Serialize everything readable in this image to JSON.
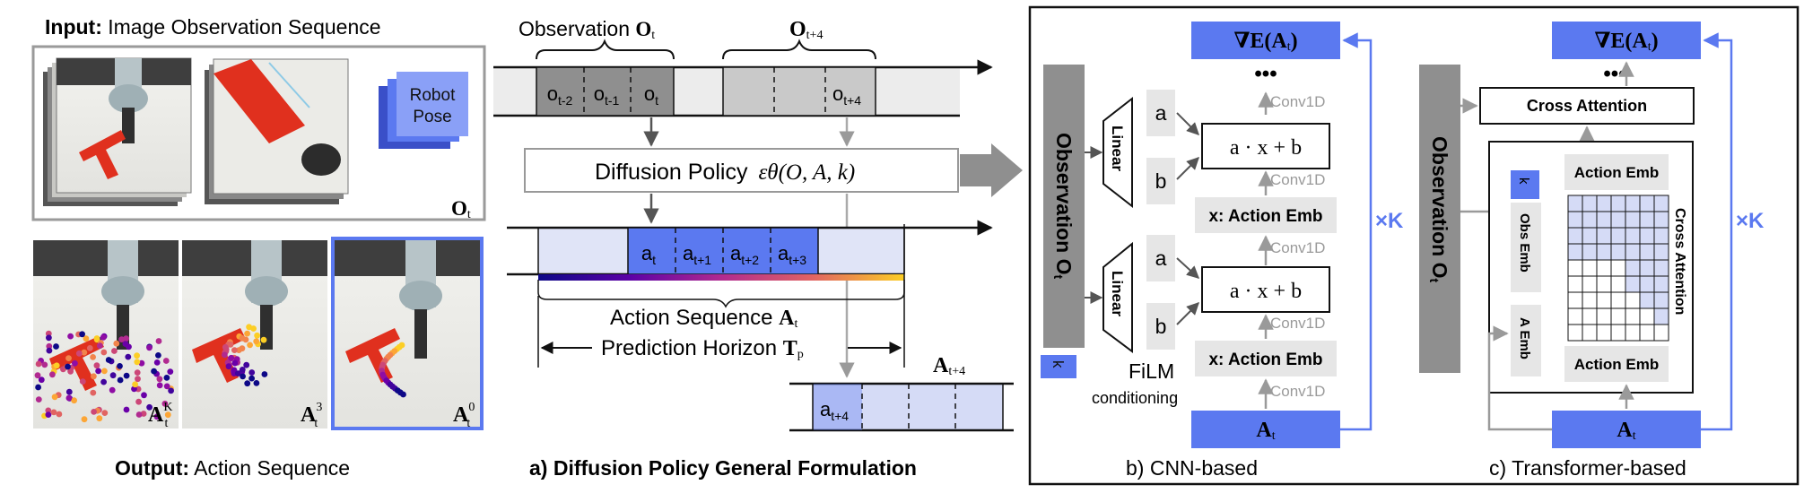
{
  "colors": {
    "blue": "#5b79f0",
    "blue_light": "#d5dbf6",
    "gray_dark": "#8f8f8f",
    "gray_med": "#b9b9b9",
    "gray_light": "#e6e6e6",
    "gray_arrow": "#9a9a9a",
    "black": "#111111"
  },
  "icons": [
    "robot-arm-photo",
    "t-block-photo",
    "action-trajectory-dots"
  ],
  "panel_input": {
    "title_bold": "Input:",
    "title_rest": " Image Observation Sequence",
    "robot_pose": "Robot Pose",
    "obs_label": "O",
    "obs_sub": "t"
  },
  "panel_output": {
    "title_bold": "Output:",
    "title_rest": "  Action Sequence",
    "label_base": "A",
    "label_sub": "t",
    "sup_k": "K",
    "sup_3": "3",
    "sup_0": "0"
  },
  "panel_a": {
    "obs_text": "Observation ",
    "obs_bold": "O",
    "obs_sub": "t",
    "obs_future": "O",
    "obs_future_sub": "t+4",
    "o_cells": [
      {
        "b": "o",
        "s": "t-2"
      },
      {
        "b": "o",
        "s": "t-1"
      },
      {
        "b": "o",
        "s": "t"
      }
    ],
    "o_future": {
      "b": "o",
      "s": "t+4"
    },
    "policy_text": "Diffusion Policy",
    "policy_math": "εθ(O, A, k)",
    "a_cells": [
      {
        "b": "a",
        "s": "t"
      },
      {
        "b": "a",
        "s": "t+1"
      },
      {
        "b": "a",
        "s": "t+2"
      },
      {
        "b": "a",
        "s": "t+3"
      }
    ],
    "action_seq_text": "Action Sequence ",
    "action_seq_bold": "A",
    "action_seq_sub": "t",
    "horizon_text": "Prediction Horizon ",
    "horizon_bold": "T",
    "horizon_sub": "p",
    "next_bold": "A",
    "next_sub": "t+4",
    "next_cell": {
      "b": "a",
      "s": "t+4"
    },
    "caption": "a) Diffusion Policy General Formulation"
  },
  "panel_b": {
    "grad_prefix": "∇",
    "grad_main": "E(A",
    "grad_sub": "t",
    "grad_end": ")",
    "dots": "•••",
    "observation": "Observation O",
    "observation_sub": "t",
    "linear": "Linear",
    "a": "a",
    "b": "b",
    "film_formula": "a · x + b",
    "conv": "Conv1D",
    "action_emb": "x: Action Emb",
    "film": "FiLM",
    "film_sub": "conditioning",
    "k": "k",
    "k_times": "×K",
    "bottom_main": "A",
    "bottom_sub": "t",
    "caption": "b) CNN-based"
  },
  "panel_c": {
    "grad_prefix": "∇",
    "grad_main": "E(A",
    "grad_sub": "t",
    "grad_end": ")",
    "dots": "•••",
    "cross_attention": "Cross Attention",
    "cross_attention_side": "Cross Attention",
    "observation": "Observation O",
    "observation_sub": "t",
    "action_emb": "Action Emb",
    "obs_emb": "Obs Emb",
    "a_emb": "A Emb",
    "k": "k",
    "k_times": "×K",
    "bottom_main": "A",
    "bottom_sub": "t",
    "caption": "c) Transformer-based"
  }
}
